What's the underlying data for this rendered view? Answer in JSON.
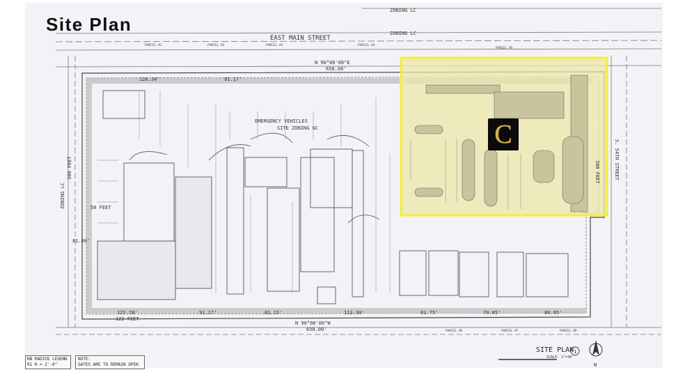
{
  "page": {
    "title": "Site Plan"
  },
  "plan": {
    "street": "EAST MAIN STREET",
    "zoning_top_1": "ZONING LC",
    "zoning_top_2": "ZONING LC",
    "zoning_left": "ZONING LC",
    "emergency": "EMERGENCY VEHICLES",
    "site_zoning": "SITE ZONING GC",
    "bearing_top": "N 90°00'00\"E",
    "dim_top": "650.00'",
    "bearing_bottom": "N 90°00'00\"W",
    "dim_bottom": "650.00'",
    "dim_left": "300 FEET",
    "dim_right": "300 FEET",
    "right_street": "S. 54TH STREET",
    "feet_50": "50 FEET",
    "feet_123": "123 FEET",
    "d_12278": "122.78'",
    "d_9117b": "91.17'",
    "d_8115": "81.15'",
    "d_11330": "113.30'",
    "d_8175": "81.75'",
    "d_7905": "79.05'",
    "d_8095": "80.95'",
    "d_9117t": "91.17'",
    "d_12034": "120.34'",
    "d_8100": "81.00'",
    "parcels_top": [
      "PARCEL #1",
      "PARCEL #2",
      "PARCEL #3",
      "PARCEL #4",
      "PARCEL #5"
    ],
    "parcels_bottom": [
      "PARCEL #6",
      "PARCEL #7",
      "PARCEL #8"
    ],
    "legend": {
      "line1": "RB RADIUS LEGEND",
      "line2": "R1     R = 2'-0\""
    },
    "note": {
      "line1": "NOTE:",
      "line2": "GATES ARE TO REMAIN OPEN"
    },
    "site_plan": "SITE PLAN",
    "scale": "SCALE: 1\"=30'",
    "sheet_number": "1",
    "north": "N",
    "marker": "C"
  },
  "colors": {
    "highlight": "#f6ee2e",
    "highlight_fill": "#ece7a8",
    "logo_bg": "#0b0b0b",
    "logo_fg": "#d6b445"
  }
}
